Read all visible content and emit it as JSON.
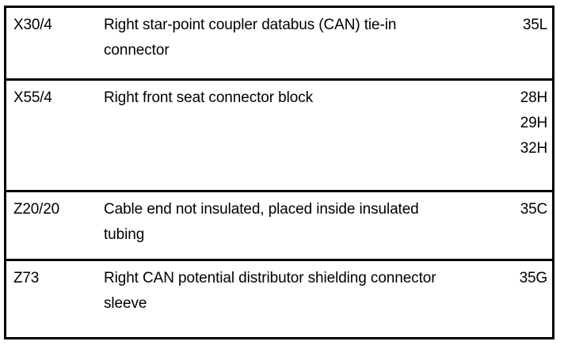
{
  "document": {
    "type": "wiring-diagram-component-legend",
    "background_color": "#ffffff",
    "text_color": "#000000",
    "border_color": "#000000"
  },
  "table": {
    "columns": [
      {
        "key": "component_id",
        "role": "component-identifier"
      },
      {
        "key": "description",
        "role": "component-description"
      },
      {
        "key": "location",
        "role": "location-code"
      }
    ],
    "rows": [
      {
        "component_id": "X30/4",
        "description_lines": [
          "Right star-point coupler databus (CAN) tie-in",
          "connector"
        ],
        "description_text": "Right star-point coupler databus (CAN) tie-in connector",
        "location_codes": [
          "35L"
        ]
      },
      {
        "component_id": "X55/4",
        "description_lines": [
          "Right front seat connector block"
        ],
        "description_text": "Right front seat connector block",
        "location_codes": [
          "28H",
          "29H",
          "32H"
        ]
      },
      {
        "component_id": "Z20/20",
        "description_lines": [
          "Cable end not insulated, placed inside insulated",
          "tubing"
        ],
        "description_text": "Cable end not insulated, placed inside insulated tubing",
        "location_codes": [
          "35C"
        ]
      },
      {
        "component_id": "Z73",
        "description_lines": [
          "Right CAN potential distributor shielding connector",
          "sleeve"
        ],
        "description_text": "Right CAN potential distributor shielding connector sleeve",
        "location_codes": [
          "35G"
        ]
      }
    ]
  }
}
